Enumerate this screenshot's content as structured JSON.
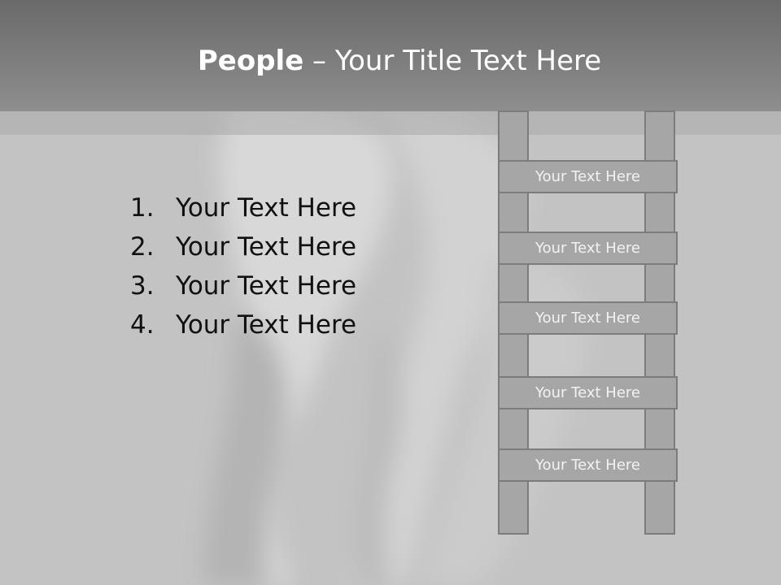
{
  "title": {
    "bold": "People",
    "rest": " – Your Title Text Here"
  },
  "list": {
    "items": [
      {
        "number": "1.",
        "text": "Your Text Here"
      },
      {
        "number": "2.",
        "text": "Your Text Here"
      },
      {
        "number": "3.",
        "text": "Your Text Here"
      },
      {
        "number": "4.",
        "text": "Your Text Here"
      }
    ]
  },
  "ladder": {
    "rungs": [
      "Your Text Here",
      "Your Text Here",
      "Your Text Here",
      "Your Text Here",
      "Your Text Here"
    ]
  }
}
